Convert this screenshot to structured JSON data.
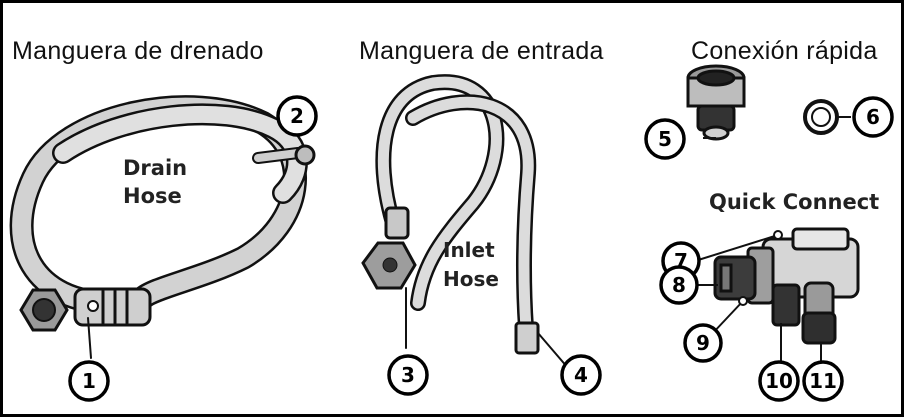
{
  "headings": {
    "drain": "Manguera de drenado",
    "inlet": "Manguera de entrada",
    "quick": "Conexión rápida"
  },
  "image_labels": {
    "drain_line1": "Drain",
    "drain_line2": "Hose",
    "inlet_line1": "Inlet",
    "inlet_line2": "Hose",
    "quick_connect": "Quick Connect"
  },
  "callouts": [
    "1",
    "2",
    "3",
    "4",
    "5",
    "6",
    "7",
    "8",
    "9",
    "10",
    "11"
  ]
}
